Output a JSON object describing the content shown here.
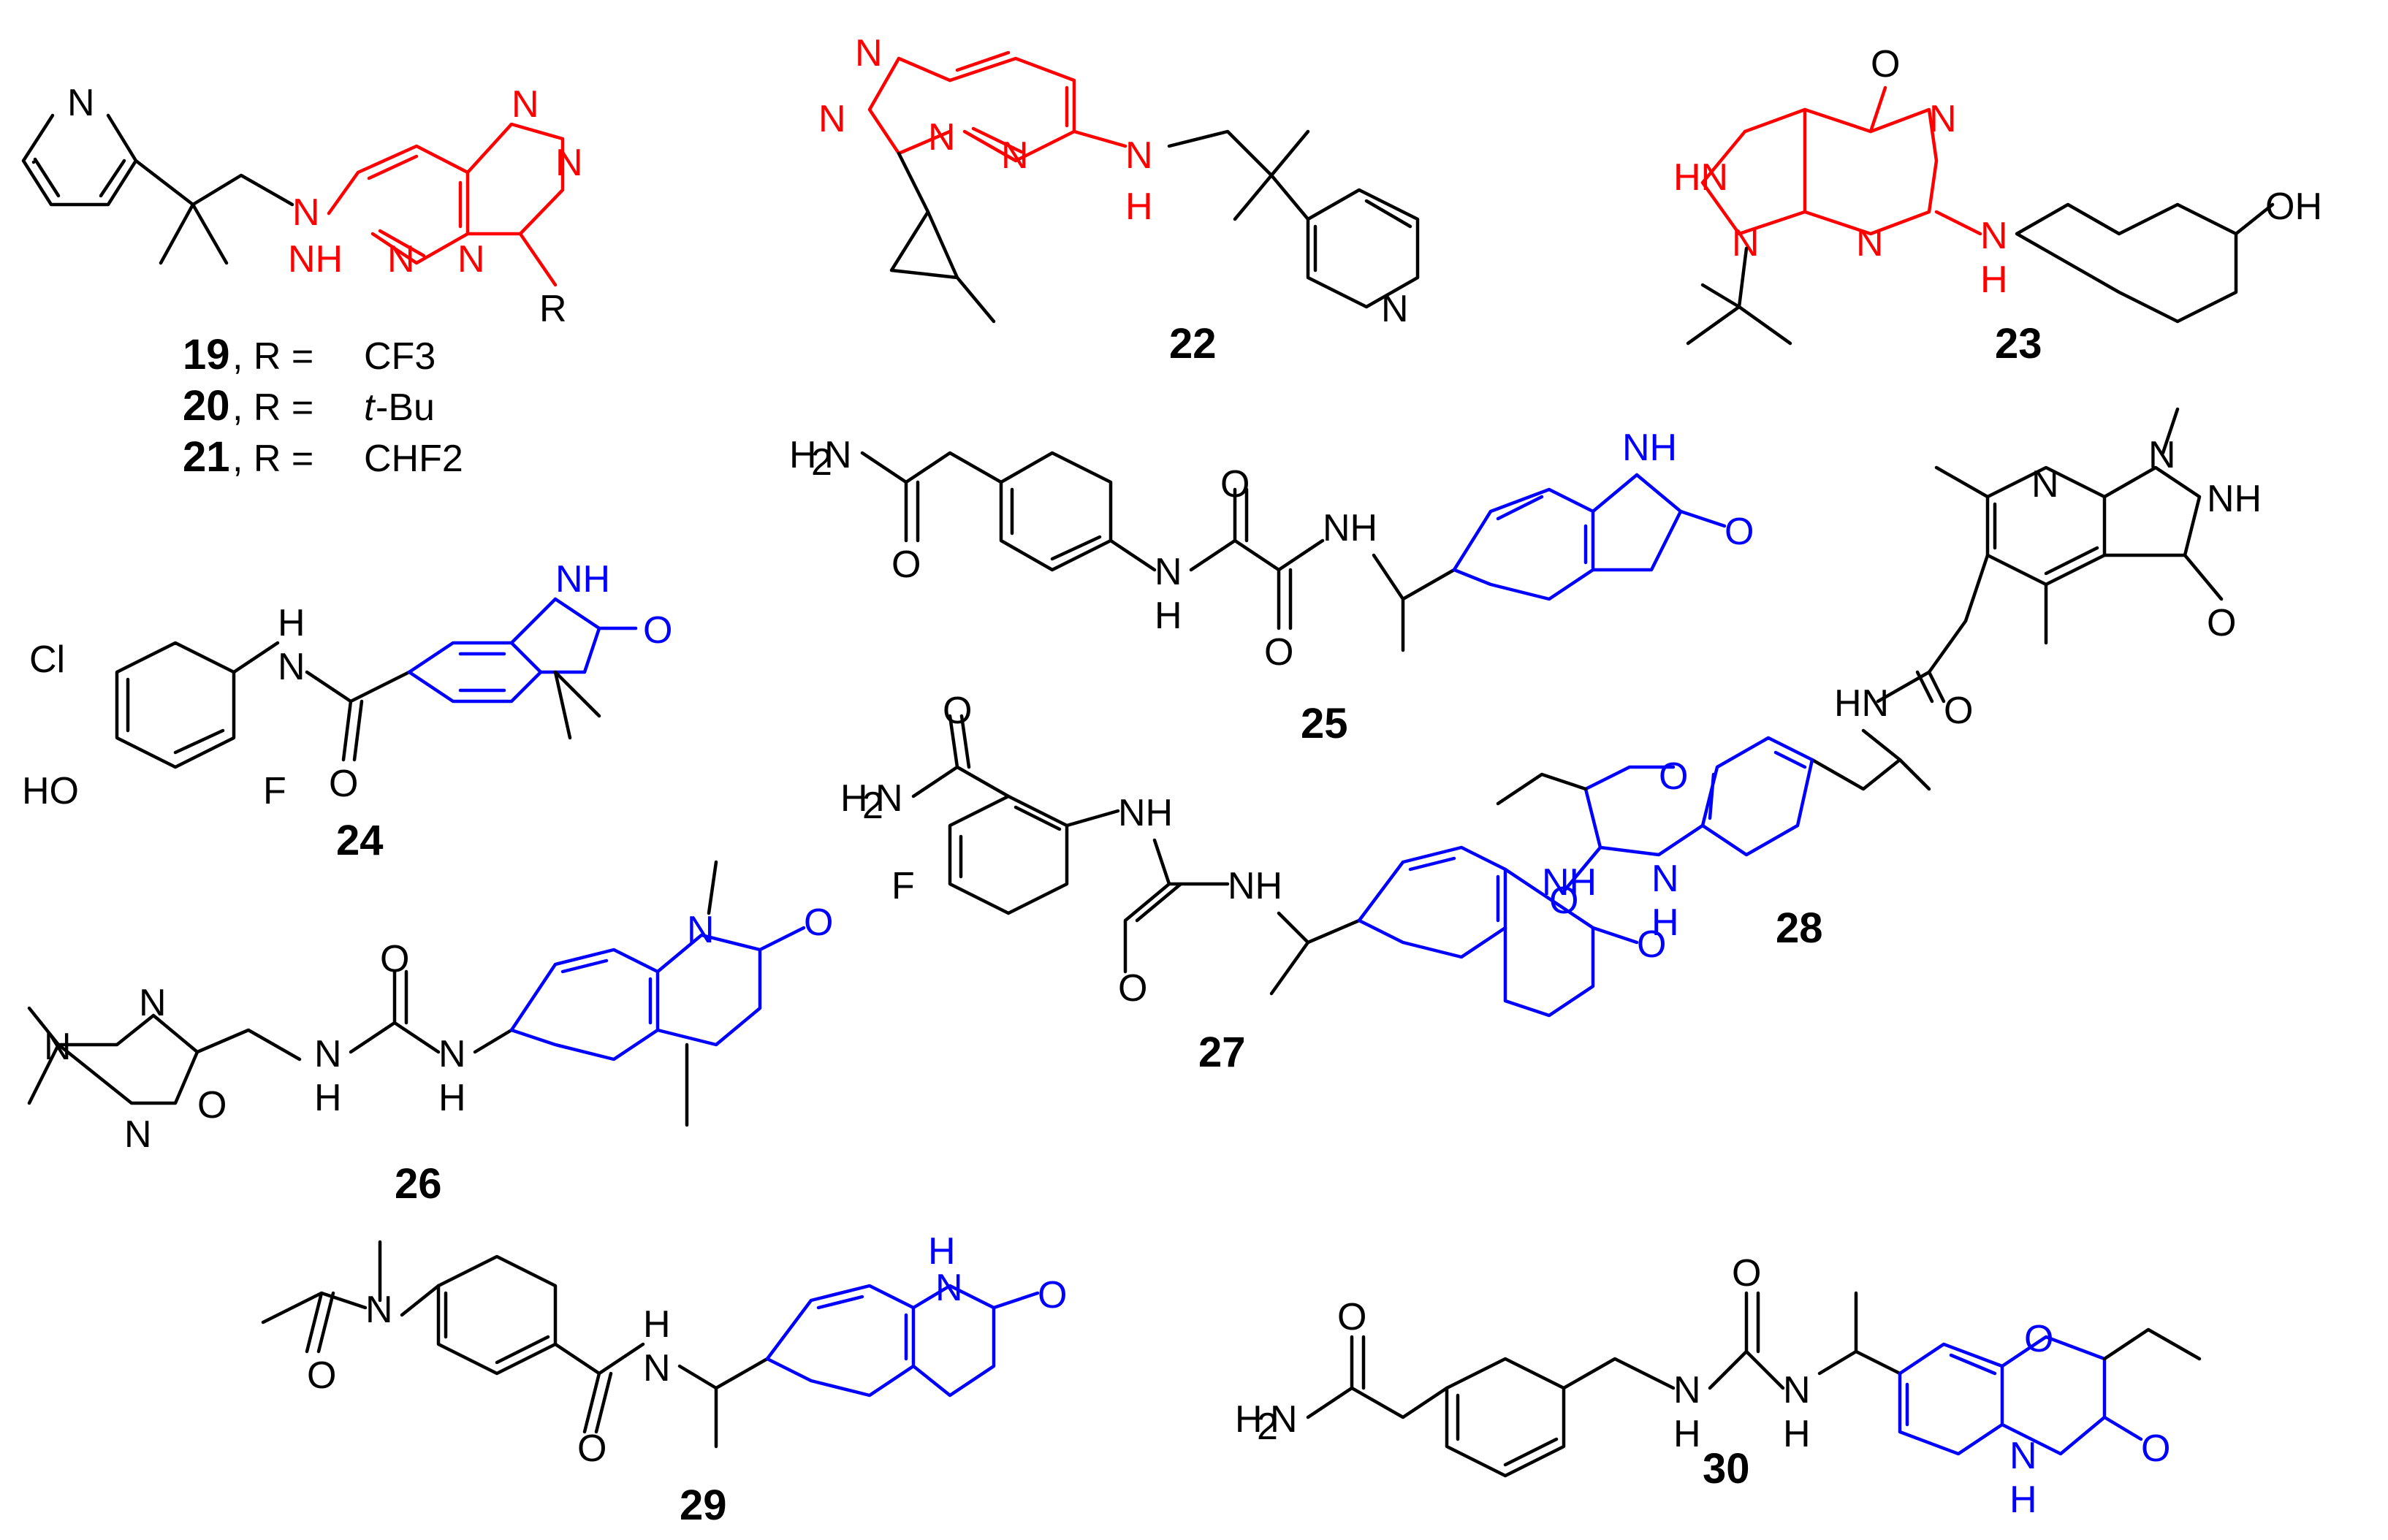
{
  "colors": {
    "bond": "#000000",
    "scaffold_red": "#ff0000",
    "scaffold_blue": "#0000ff",
    "background": "#ffffff"
  },
  "compounds": [
    {
      "id": "19"
    },
    {
      "id": "20"
    },
    {
      "id": "21"
    },
    {
      "id": "22"
    },
    {
      "id": "23"
    },
    {
      "id": "24"
    },
    {
      "id": "25"
    },
    {
      "id": "26"
    },
    {
      "id": "27"
    },
    {
      "id": "28"
    },
    {
      "id": "29"
    },
    {
      "id": "30"
    }
  ],
  "r_groups": {
    "r19": "CF3",
    "r20_pre": "t",
    "r20_post": "-Bu",
    "r21": "CHF2",
    "sep": ", R = "
  },
  "atoms": {
    "N": "N",
    "NH": "NH",
    "HN": "HN",
    "H": "H",
    "O": "O",
    "OH": "OH",
    "HO": "HO",
    "Cl": "Cl",
    "F": "F",
    "R": "R",
    "H2N_H": "H",
    "H2N_2": "2",
    "H2N_N": "N"
  }
}
